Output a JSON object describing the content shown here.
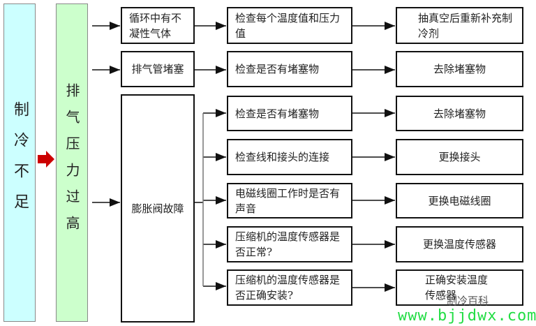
{
  "root": {
    "title": "制冷不足",
    "color": "#ccffff"
  },
  "cause": {
    "title": "排气压力过高",
    "color": "#ccffcc"
  },
  "problems": [
    "循环中有不凝性气体",
    "排气管堵塞",
    "膨胀阀故障"
  ],
  "rows": [
    {
      "check": "检查每个温度值和压力值",
      "fix": "抽真空后重新补充制冷剂"
    },
    {
      "check": "检查是否有堵塞物",
      "fix": "去除堵塞物"
    },
    {
      "check": "检查是否有堵塞物",
      "fix": "去除堵塞物"
    },
    {
      "check": "检查线和接头的连接",
      "fix": "更换接头"
    },
    {
      "check": "电磁线圈工作时是否有声音",
      "fix": "更换电磁线圈"
    },
    {
      "check": "压缩机的温度传感器是否正常?",
      "fix": "更换温度传感器"
    },
    {
      "check": "压缩机的温度传感器是否正确安装?",
      "fix": "正确安装温度传感器"
    }
  ],
  "watermark": {
    "brand": "制冷百科",
    "url": "www.bjjdwx.com"
  },
  "arrow_color": "#cc0000"
}
